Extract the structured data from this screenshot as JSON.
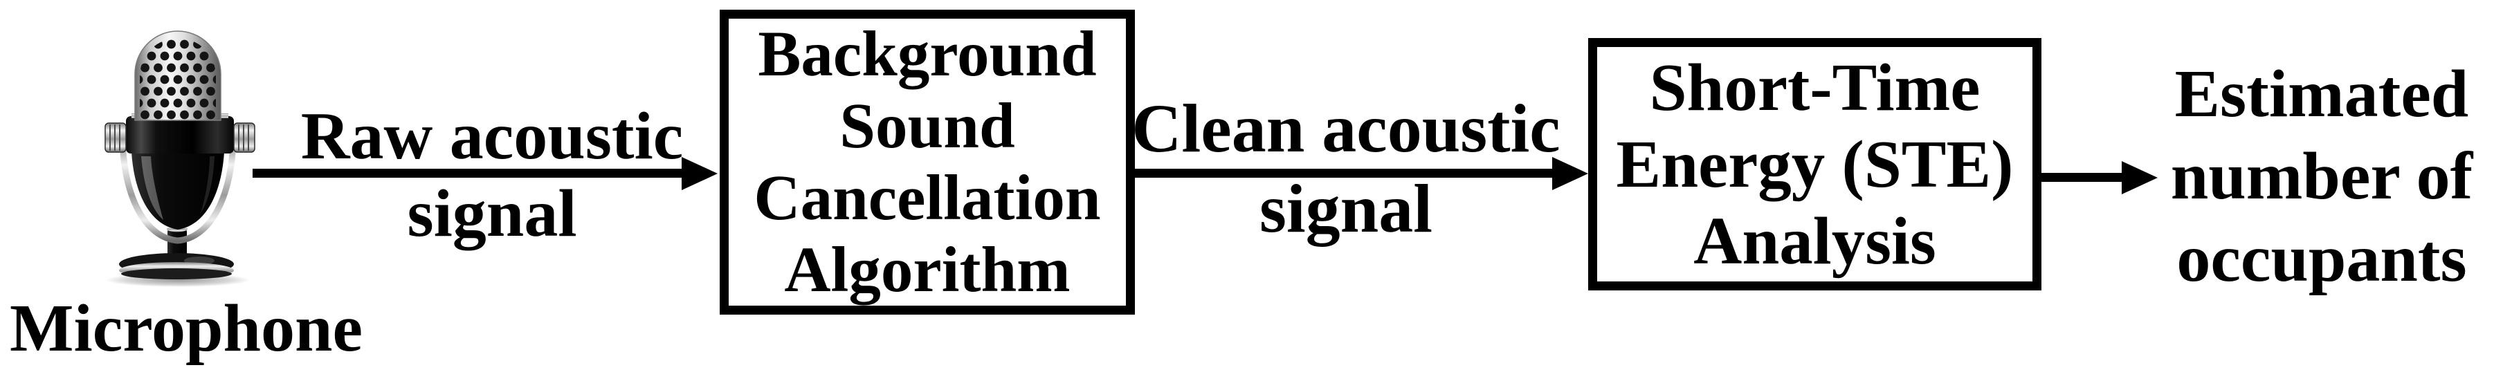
{
  "figure": {
    "background_color": "#ffffff",
    "ink_color": "#000000",
    "type": "signal-flow-diagram"
  },
  "nodes": {
    "microphone": {
      "icon": "microphone-icon",
      "label": "Microphone"
    },
    "box1": {
      "lines": [
        "Background",
        "Sound",
        "Cancellation",
        "Algorithm"
      ]
    },
    "box2": {
      "lines": [
        "Short-Time",
        "Energy (STE)",
        "Analysis"
      ]
    },
    "output": {
      "lines": [
        "Estimated",
        "number of",
        "occupants"
      ]
    }
  },
  "arrows": {
    "arrow1": {
      "lines": [
        "Raw acoustic",
        "signal"
      ]
    },
    "arrow2": {
      "lines": [
        "Clean acoustic",
        "signal"
      ]
    },
    "arrow3": {
      "lines": []
    }
  }
}
